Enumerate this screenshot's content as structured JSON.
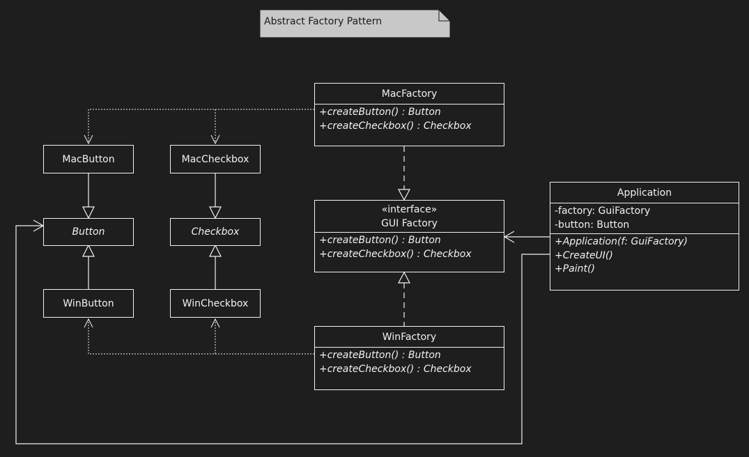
{
  "note": {
    "text": "Abstract Factory Pattern"
  },
  "classes": {
    "mac_factory": {
      "name": "MacFactory",
      "methods": [
        "+createButton() : Button",
        "+createCheckbox() : Checkbox"
      ]
    },
    "gui_factory": {
      "stereotype": "«interface»",
      "name": "GUI Factory",
      "methods": [
        "+createButton() : Button",
        "+createCheckbox() : Checkbox"
      ]
    },
    "win_factory": {
      "name": "WinFactory",
      "methods": [
        "+createButton() : Button",
        "+createCheckbox() : Checkbox"
      ]
    },
    "application": {
      "name": "Application",
      "fields": [
        "-factory: GuiFactory",
        "-button: Button"
      ],
      "methods": [
        "+Application(f: GuiFactory)",
        "+CreateUI()",
        "+Paint()"
      ]
    },
    "mac_button": {
      "name": "MacButton"
    },
    "mac_checkbox": {
      "name": "MacCheckbox"
    },
    "button": {
      "name": "Button"
    },
    "checkbox": {
      "name": "Checkbox"
    },
    "win_button": {
      "name": "WinButton"
    },
    "win_checkbox": {
      "name": "WinCheckbox"
    }
  },
  "colors": {
    "background": "#1e1e1e",
    "foreground": "#f2f2f2",
    "note_fill": "#c8c8c8",
    "note_text": "#1a1a1a"
  }
}
